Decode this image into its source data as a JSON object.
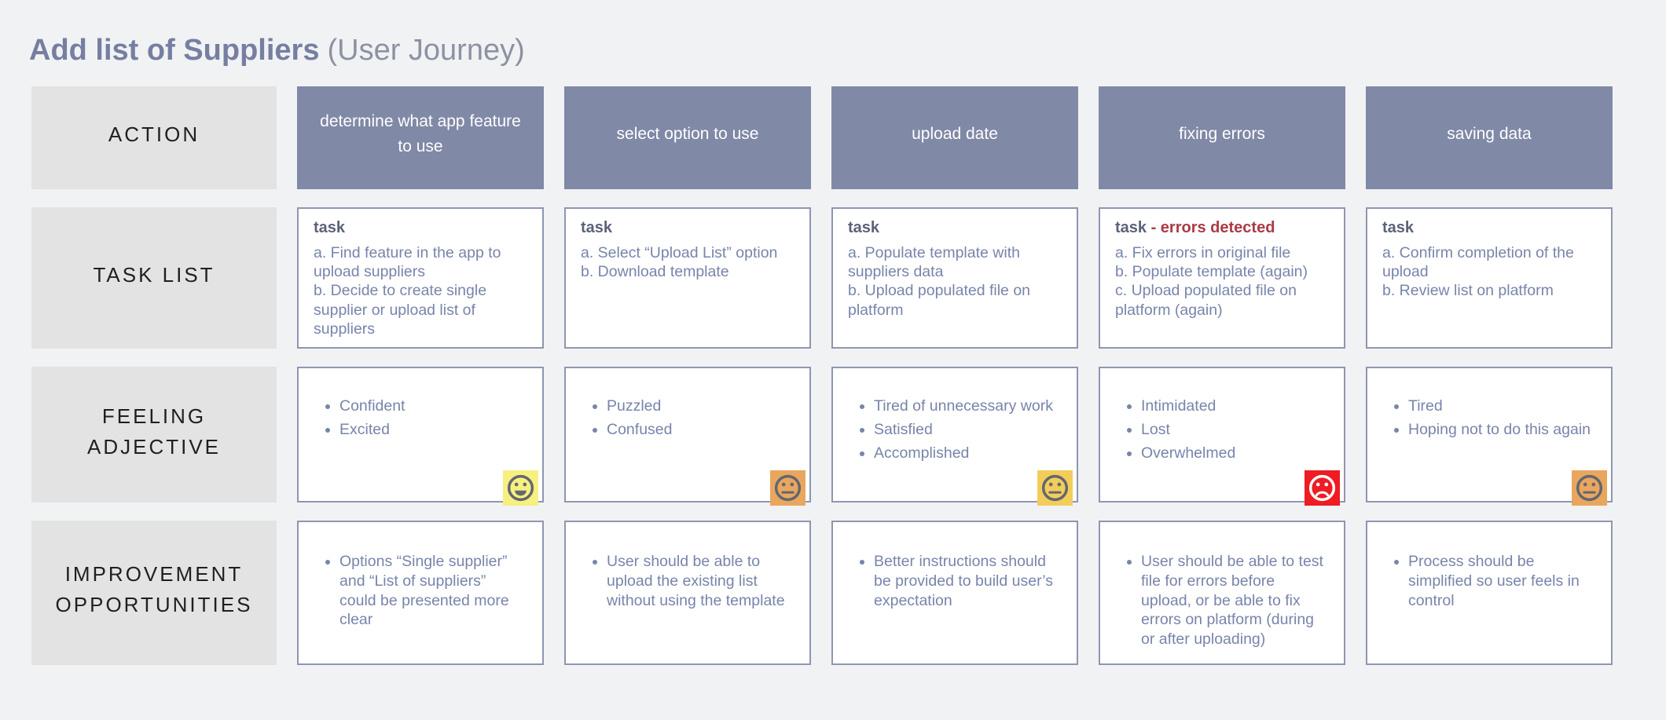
{
  "title": {
    "main": "Add list of Suppliers",
    "suffix": "(User Journey)"
  },
  "row_headers": [
    "ACTION",
    "TASK LIST",
    "FEELING ADJECTIVE",
    "IMPROVEMENT OPPORTUNITIES"
  ],
  "colors": {
    "page_bg": "#f1f2f4",
    "row_header_bg": "#e2e3e2",
    "action_bg": "#8089a6",
    "cell_border": "#8e96b1",
    "task_label_text": "#5b6278",
    "body_text": "#7884ab",
    "error_text": "#ab3a44",
    "badge_yellow": "#f6f080",
    "badge_orange": "#e9a65f",
    "badge_gold": "#f2cd5b",
    "badge_red": "#ee1c24",
    "face_gray": "#63676e",
    "face_white": "#ffffff"
  },
  "columns": [
    {
      "action": "determine what app feature to use",
      "task": {
        "label": "task",
        "error": "",
        "items": [
          "a. Find feature in the app to upload suppliers",
          "b. Decide to create single supplier or upload list of suppliers"
        ]
      },
      "feelings": {
        "items": [
          "Confident",
          "Excited"
        ],
        "emoji": {
          "icon": "happy-face-icon",
          "mood": "happy",
          "bg": "#f6f080",
          "face": "#63676e"
        }
      },
      "improvements": [
        "Options “Single supplier” and “List of suppliers” could be presented more clear"
      ]
    },
    {
      "action": "select option to use",
      "task": {
        "label": "task",
        "error": "",
        "items": [
          "a. Select “Upload List” option",
          "b. Download template"
        ]
      },
      "feelings": {
        "items": [
          "Puzzled",
          "Confused"
        ],
        "emoji": {
          "icon": "neutral-face-icon",
          "mood": "neutral",
          "bg": "#e9a65f",
          "face": "#63676e"
        }
      },
      "improvements": [
        "User should be able to upload the existing list without using the template"
      ]
    },
    {
      "action": "upload date",
      "task": {
        "label": "task",
        "error": "",
        "items": [
          "a. Populate template with suppliers data",
          "b. Upload populated file on platform"
        ]
      },
      "feelings": {
        "items": [
          "Tired of unnecessary work",
          "Satisfied",
          "Accomplished"
        ],
        "emoji": {
          "icon": "neutral-face-icon",
          "mood": "neutral",
          "bg": "#f2cd5b",
          "face": "#63676e"
        }
      },
      "improvements": [
        "Better instructions should be provided to build user’s expectation"
      ]
    },
    {
      "action": "fixing errors",
      "task": {
        "label": "task",
        "error": "- errors detected",
        "items": [
          "a. Fix errors in original file",
          "b. Populate template (again)",
          "c. Upload populated file on platform (again)"
        ]
      },
      "feelings": {
        "items": [
          "Intimidated",
          "Lost",
          "Overwhelmed"
        ],
        "emoji": {
          "icon": "sad-face-icon",
          "mood": "sad",
          "bg": "#ee1c24",
          "face": "#ffffff"
        }
      },
      "improvements": [
        "User should be able to test file for errors before upload, or be able to fix errors on platform (during or after uploading)"
      ]
    },
    {
      "action": "saving data",
      "task": {
        "label": "task",
        "error": "",
        "items": [
          "a. Confirm completion of the upload",
          "b. Review list on platform"
        ]
      },
      "feelings": {
        "items": [
          "Tired",
          "Hoping not to do this again"
        ],
        "emoji": {
          "icon": "neutral-face-icon",
          "mood": "neutral",
          "bg": "#e9a65f",
          "face": "#63676e"
        }
      },
      "improvements": [
        "Process should be simplified so user feels in control"
      ]
    }
  ]
}
